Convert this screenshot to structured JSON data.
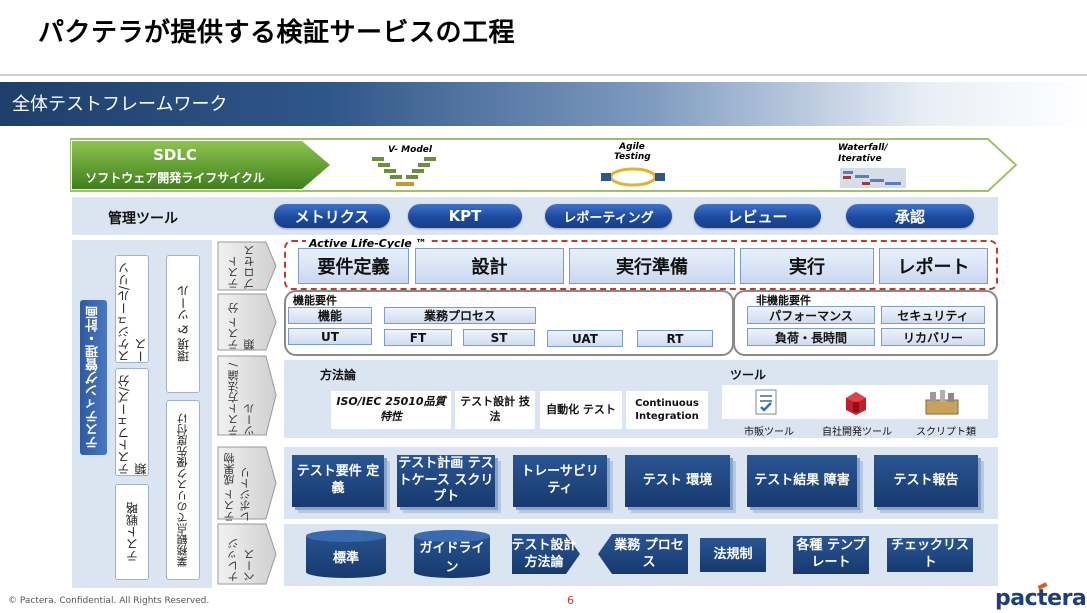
{
  "title": "パクテラが提供する検証サービスの工程",
  "banner": "全体テストフレームワーク",
  "sdlc": {
    "title": "SDLC",
    "subtitle": "ソフトウェア開発ライフサイクル",
    "models": [
      "V- Model",
      "Agile Testing",
      "Waterfall/ Iterative"
    ]
  },
  "management": {
    "label": "管理ツール",
    "pills": [
      "メトリクス",
      "KPT",
      "レポーティング",
      "レビュー",
      "承認"
    ]
  },
  "left_panel": {
    "main": "テスティング管理・計画",
    "schedule": "スケジュール/リソース",
    "environment": "環境 & ツール",
    "phase": "テストフェーズ/分類",
    "strategy": "テスト戦略",
    "risk": "業務観点でのリスク優先度付け"
  },
  "row_labels": {
    "process": "テスト プロセス",
    "classification": "テスト 分類",
    "method_tool": "テスト方法論 /ツール",
    "artifacts": "テスト 成果物 レポジトリ",
    "knowledge": "ナレッジ ベース"
  },
  "lifecycle": {
    "label": "Active Life-Cycle ™",
    "steps": [
      "要件定義",
      "設計",
      "実行準備",
      "実行",
      "レポート"
    ]
  },
  "functional": {
    "label": "機能要件",
    "items": [
      "機能",
      "業務プロセス",
      "UT",
      "FT",
      "ST",
      "UAT",
      "RT"
    ]
  },
  "non_functional": {
    "label": "非機能要件",
    "items": [
      "パフォーマンス",
      "セキュリティ",
      "負荷・長時間",
      "リカバリー"
    ]
  },
  "methodology": {
    "label": "方法論",
    "items": [
      "ISO/IEC 25010品質特性",
      "テスト設計 技法",
      "自動化 テスト",
      "Continuous Integration"
    ]
  },
  "tools": {
    "label": "ツール",
    "items": [
      "市販ツール",
      "自社開発ツール",
      "スクリプト類"
    ]
  },
  "artifacts": [
    "テスト要件 定義",
    "テスト計画 テストケース スクリプト",
    "トレーサビリ ティ",
    "テスト 環境",
    "テスト結果 障害",
    "テスト報告"
  ],
  "knowledge": [
    "標準",
    "ガイドライン",
    "テスト設計 方法論",
    "業務 プロセス",
    "法規制",
    "各種 テンプレート",
    "チェックリスト"
  ],
  "footer": {
    "copyright": "© Pactera. Confidential. All Rights Reserved.",
    "page": "6",
    "logo": "pactera"
  },
  "colors": {
    "navy": "#1c4aa0",
    "band": "#dbe5f1",
    "green": "#5a9a2a",
    "lifecycle_border": "#c0392b"
  }
}
